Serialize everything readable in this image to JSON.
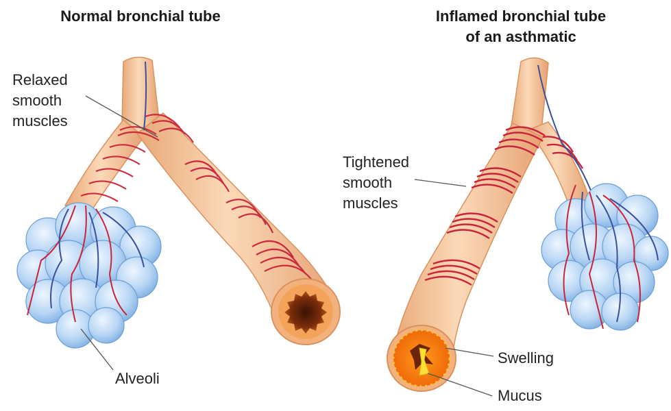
{
  "titles": {
    "normal": "Normal bronchial tube",
    "inflamed_line1": "Inflamed bronchial tube",
    "inflamed_line2": "of an asthmatic"
  },
  "labels": {
    "relaxed": [
      "Relaxed",
      "smooth",
      "muscles"
    ],
    "tightened": [
      "Tightened",
      "smooth",
      "muscles"
    ],
    "alveoli": "Alveoli",
    "swelling": "Swelling",
    "mucus": "Mucus"
  },
  "colors": {
    "tube": "#f6c79d",
    "muscle": "#c8243a",
    "alveoli": "#a9cdf0",
    "vessel_blue": "#3b4f9a"
  }
}
